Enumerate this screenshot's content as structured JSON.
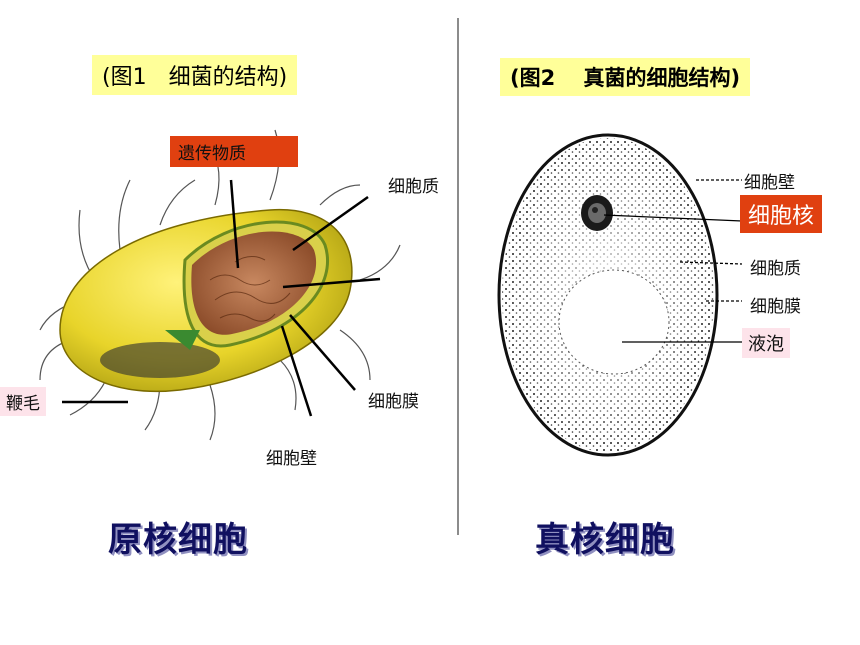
{
  "left": {
    "title": "(图1　细菌的结构)",
    "labels": {
      "genetic_material": "遗传物质",
      "cytoplasm": "细胞质",
      "membrane": "细胞膜",
      "wall": "细胞壁",
      "flagellum": "鞭毛"
    },
    "cell_type": "原核细胞"
  },
  "right": {
    "title": "(图2　 真菌的细胞结构)",
    "labels": {
      "wall": "细胞壁",
      "nucleus": "细胞核",
      "cytoplasm": "细胞质",
      "membrane": "细胞膜",
      "vacuole": "液泡"
    },
    "cell_type": "真核细胞"
  },
  "colors": {
    "title_bg": "#ffff99",
    "highlight_red": "#e04010",
    "highlight_pink": "#fde3ea",
    "big_text": "#101060"
  }
}
